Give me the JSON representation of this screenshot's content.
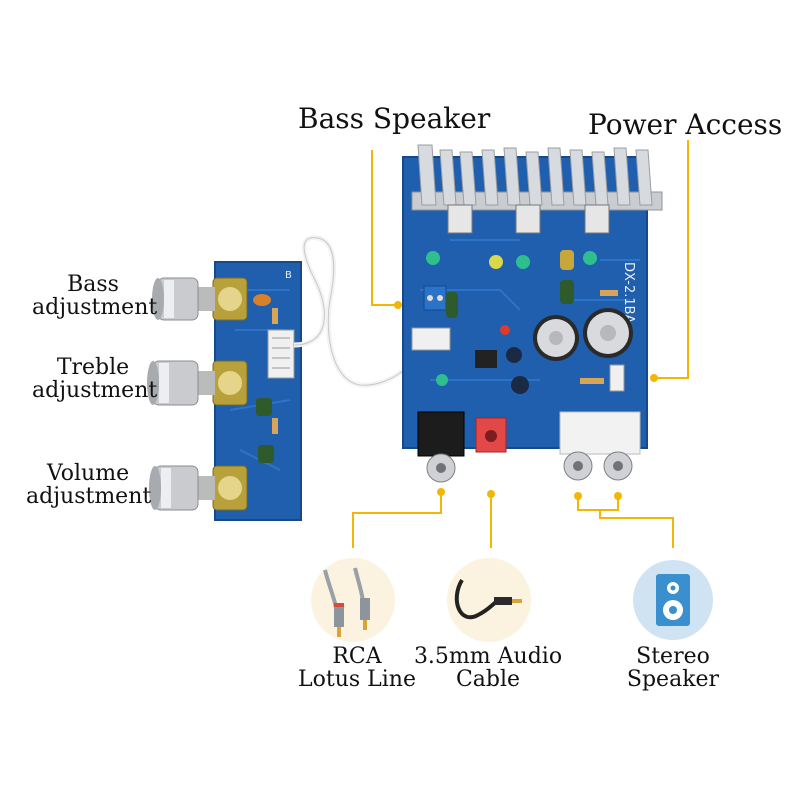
{
  "labels": {
    "bass_speaker": "Bass Speaker",
    "power_access": "Power Access",
    "bass_adjustment": [
      "Bass",
      "adjustment"
    ],
    "treble_adjustment": [
      "Treble",
      "adjustment"
    ],
    "volume_adjustment": [
      "Volume",
      "adjustment"
    ],
    "rca": [
      "RCA",
      "Lotus Line"
    ],
    "audio_cable": [
      "3.5mm Audio",
      "Cable"
    ],
    "stereo_speaker": [
      "Stereo",
      "Speaker"
    ]
  },
  "board_markings": {
    "main_board": "DX-2.1BA",
    "control_board_tag": "B"
  },
  "colors": {
    "pcb": "#1f5fae",
    "pcb_dark": "#17498a",
    "callout_line": "#f2b705",
    "heatsink": "#c9ccd1",
    "knob": "#c9cbcf",
    "pot": "#b8a13a",
    "circle_bg": "#fbf3df",
    "icon_bg": "#cfe3f3"
  }
}
